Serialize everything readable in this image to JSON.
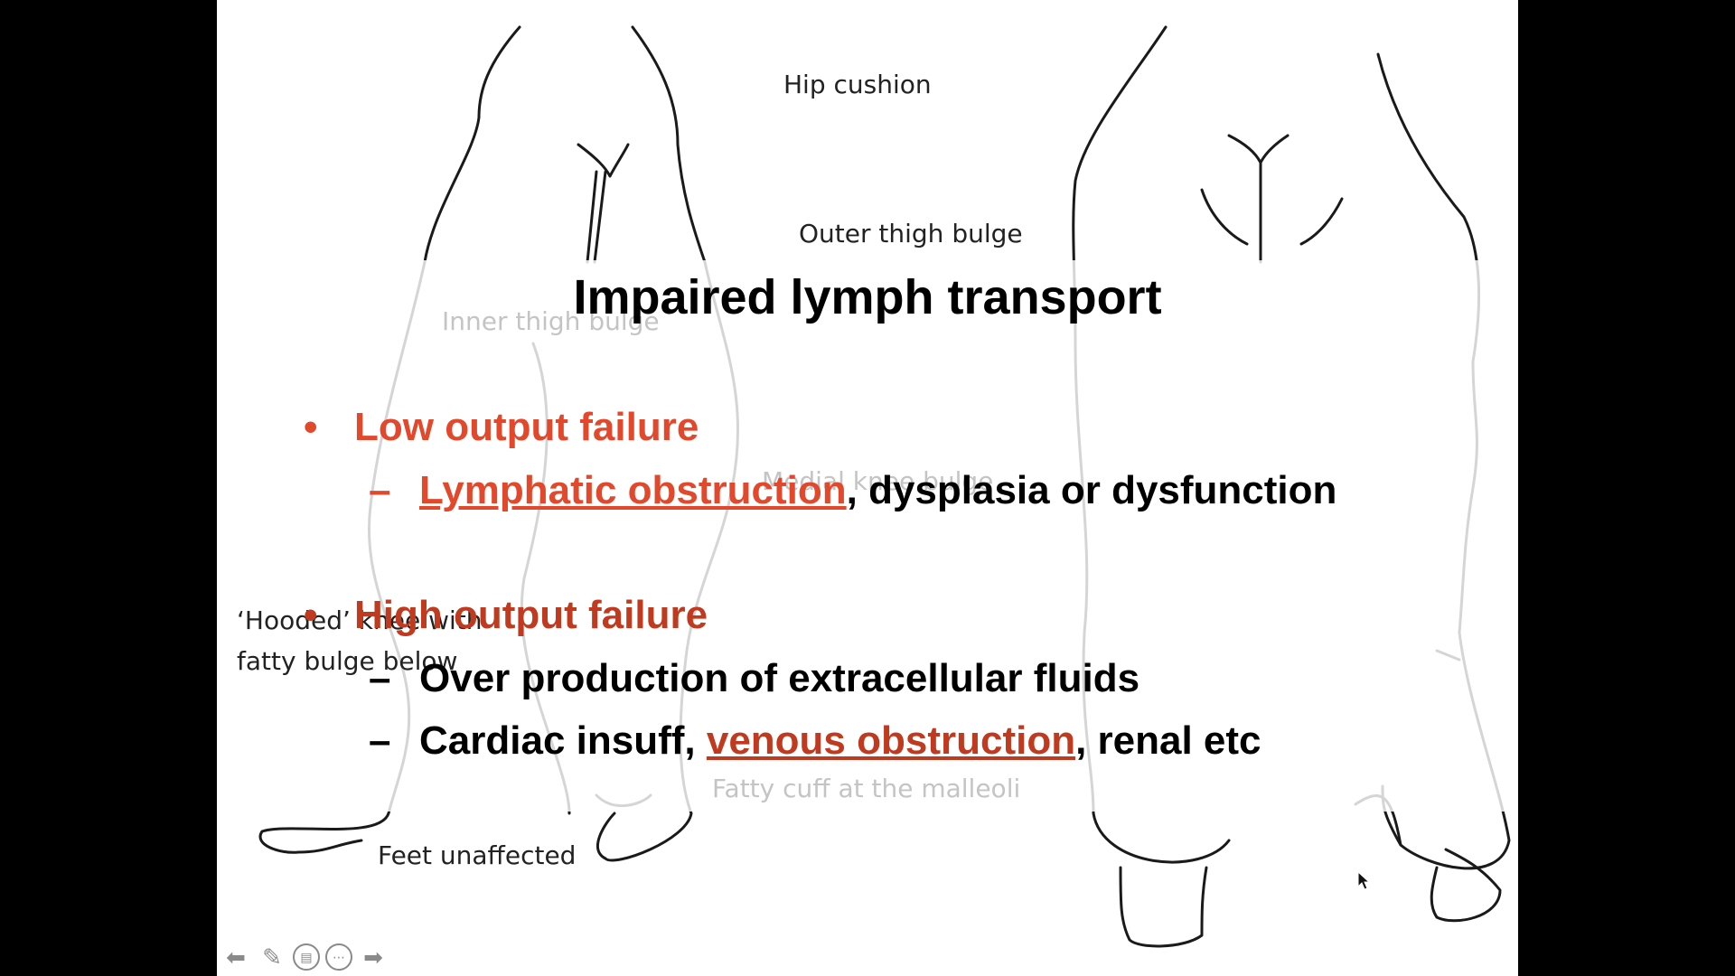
{
  "slide": {
    "title": "Impaired lymph transport",
    "bullets": [
      {
        "label": "Low output failure",
        "subs": [
          {
            "link": "Lymphatic obstruction",
            "rest": ", dysplasia or dysfunction"
          }
        ]
      },
      {
        "label": "High output failure",
        "subs": [
          {
            "text": "Over production of extracellular fluids"
          },
          {
            "pre": "Cardiac insuff, ",
            "link": "venous obstruction",
            "rest": ", renal etc"
          }
        ]
      }
    ],
    "bullet_marker": "•",
    "sub_marker": "–",
    "accent_color": "#e2482b"
  },
  "illustration_labels": {
    "hip_cushion": "Hip cushion",
    "outer_thigh": "Outer thigh bulge",
    "inner_thigh": "Inner thigh bulge",
    "medial_knee": "Medial knee bulge",
    "hooded_1": "‘Hooded’ knee with",
    "hooded_2": "fatty bulge below",
    "fatty_cuff": "Fatty cuff at the malleoli",
    "feet": "Feet unaffected"
  },
  "nav": {
    "prev": "prev-arrow-icon",
    "pen": "pen-icon",
    "slides": "slides-icon",
    "more": "more-icon",
    "next": "next-arrow-icon"
  }
}
